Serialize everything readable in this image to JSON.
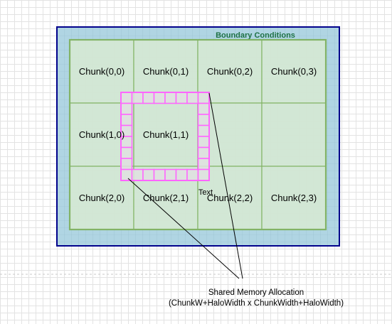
{
  "diagram": {
    "boundary_title": "Boundary Conditions",
    "chunk_labels": [
      [
        "Chunk(0,0)",
        "Chunk(0,1)",
        "Chunk(0,2)",
        "Chunk(0,3)"
      ],
      [
        "Chunk(1,0)",
        "Chunk(1,1)",
        "",
        ""
      ],
      [
        "Chunk(2,0)",
        "Chunk(2,1)",
        "Chunk(2,2)",
        "Chunk(2,3)"
      ]
    ],
    "stray_text": "Text",
    "caption_line1": "Shared Memory Allocation",
    "caption_line2": "(ChunkW+HaloWidth x ChunkWidth+HaloWidth)",
    "colors": {
      "outer_fill": "#b0d5e3",
      "outer_border": "#00008b",
      "chunk_fill": "#d5e8d4",
      "chunk_border": "#82b366",
      "halo_border": "#ff66ff",
      "halo_fill": "#e0e0e0",
      "title": "#1e7145"
    }
  }
}
